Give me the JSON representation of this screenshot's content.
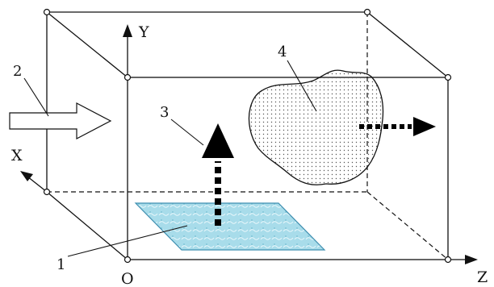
{
  "axes": {
    "x_label": "X",
    "y_label": "Y",
    "z_label": "Z",
    "origin_label": "O"
  },
  "callouts": {
    "pool": "1",
    "inflow": "2",
    "updraft": "3",
    "cloud": "4"
  },
  "colors": {
    "line": "#111111",
    "pool_fill": "#a8dcea",
    "pool_edge": "#3f8fb0",
    "cloud_dots": "#555555",
    "arrow": "#000000"
  }
}
